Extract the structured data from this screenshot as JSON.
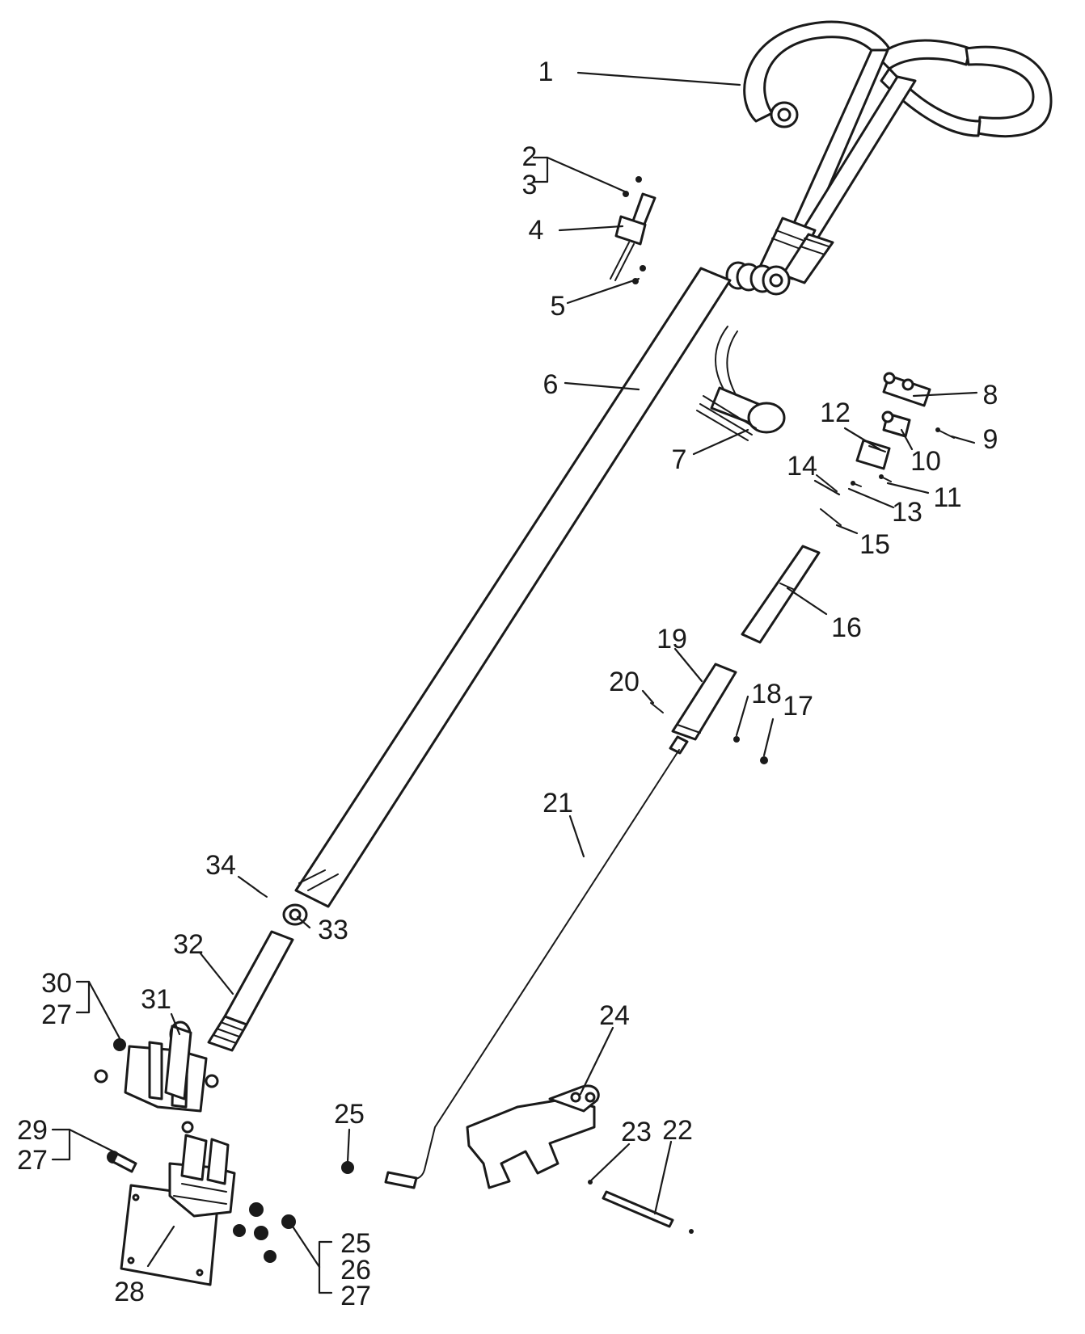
{
  "diagram": {
    "background": "#ffffff",
    "ink": "#1a1a1a",
    "callouts": [
      {
        "id": "c1",
        "text": "1"
      },
      {
        "id": "c2",
        "text": "2"
      },
      {
        "id": "c3",
        "text": "3"
      },
      {
        "id": "c4",
        "text": "4"
      },
      {
        "id": "c5",
        "text": "5"
      },
      {
        "id": "c6",
        "text": "6"
      },
      {
        "id": "c7",
        "text": "7"
      },
      {
        "id": "c8",
        "text": "8"
      },
      {
        "id": "c9",
        "text": "9"
      },
      {
        "id": "c10",
        "text": "10"
      },
      {
        "id": "c11",
        "text": "11"
      },
      {
        "id": "c12",
        "text": "12"
      },
      {
        "id": "c13",
        "text": "13"
      },
      {
        "id": "c14",
        "text": "14"
      },
      {
        "id": "c15",
        "text": "15"
      },
      {
        "id": "c16",
        "text": "16"
      },
      {
        "id": "c17",
        "text": "17"
      },
      {
        "id": "c18",
        "text": "18"
      },
      {
        "id": "c19",
        "text": "19"
      },
      {
        "id": "c20",
        "text": "20"
      },
      {
        "id": "c21",
        "text": "21"
      },
      {
        "id": "c22",
        "text": "22"
      },
      {
        "id": "c23",
        "text": "23"
      },
      {
        "id": "c24",
        "text": "24"
      },
      {
        "id": "c25a",
        "text": "25"
      },
      {
        "id": "c25b",
        "text": "25"
      },
      {
        "id": "c26",
        "text": "26"
      },
      {
        "id": "c27a",
        "text": "27"
      },
      {
        "id": "c27b",
        "text": "27"
      },
      {
        "id": "c27c",
        "text": "27"
      },
      {
        "id": "c28",
        "text": "28"
      },
      {
        "id": "c29",
        "text": "29"
      },
      {
        "id": "c30",
        "text": "30"
      },
      {
        "id": "c31",
        "text": "31"
      },
      {
        "id": "c32",
        "text": "32"
      },
      {
        "id": "c33",
        "text": "33"
      },
      {
        "id": "c34",
        "text": "34"
      }
    ]
  }
}
